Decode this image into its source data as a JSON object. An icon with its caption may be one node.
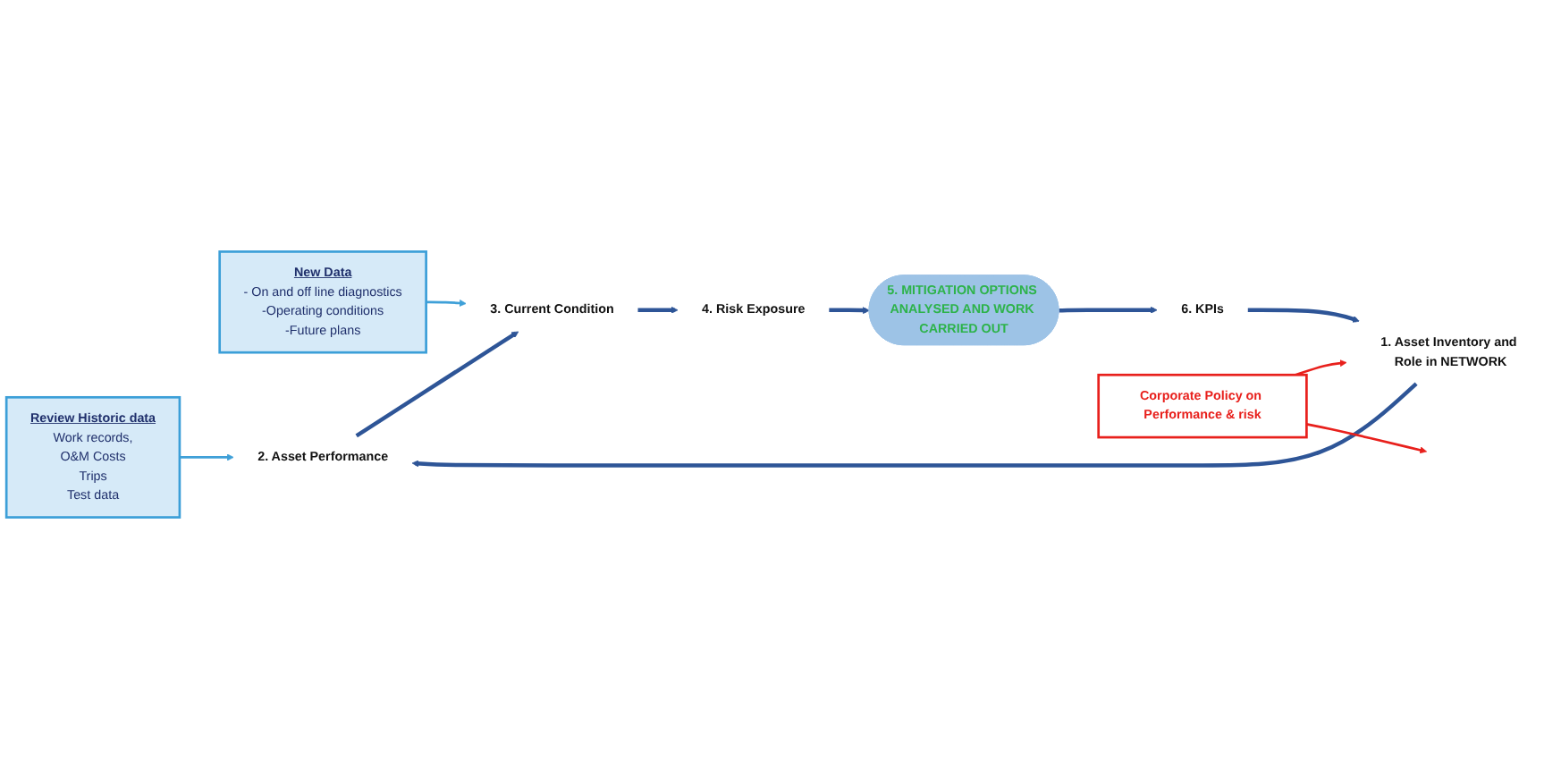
{
  "diagram": {
    "nodes": [
      {
        "text": [
          "1. Asset Inventory and Role in NETWORK"
        ]
      },
      {
        "text": [
          "2. Asset Performance"
        ]
      },
      {
        "text": [
          "3. Current Condition"
        ]
      },
      {
        "text": [
          "4. Risk Exposure"
        ]
      },
      {
        "text": [
          "5. MITIGATION OPTIONS ANALYSED AND WORK CARRIED OUT"
        ]
      },
      {
        "text": [
          "6. KPIs"
        ]
      },
      {
        "text": [
          "Corporate Policy on Performance & risk"
        ]
      },
      {
        "text": [
          "Review Historic data",
          "Work records,",
          "O&M Costs",
          "Trips",
          "Test data"
        ]
      },
      {
        "text": [
          "New Data",
          "- On and off line diagnostics",
          "-Operating conditions",
          "-Future plans"
        ]
      }
    ],
    "edges": [
      {
        "from": 0,
        "to": 1,
        "arrow": "to"
      },
      {
        "from": 1,
        "to": 2,
        "arrow": "to"
      },
      {
        "from": 2,
        "to": 3,
        "arrow": "to"
      },
      {
        "from": 3,
        "to": 4,
        "arrow": "to"
      },
      {
        "from": 4,
        "to": 5,
        "arrow": "to"
      },
      {
        "from": 5,
        "to": 0,
        "arrow": "to"
      },
      {
        "from": 6,
        "to": 0,
        "arrow": "to",
        "color": "#e8201c"
      },
      {
        "from": 6,
        "to": null,
        "arrow": "to",
        "color": "#e8201c"
      },
      {
        "from": 7,
        "to": 1,
        "arrow": "to",
        "color": "#3fa0d8"
      },
      {
        "from": 8,
        "to": 2,
        "arrow": "to",
        "color": "#3fa0d8"
      }
    ]
  }
}
